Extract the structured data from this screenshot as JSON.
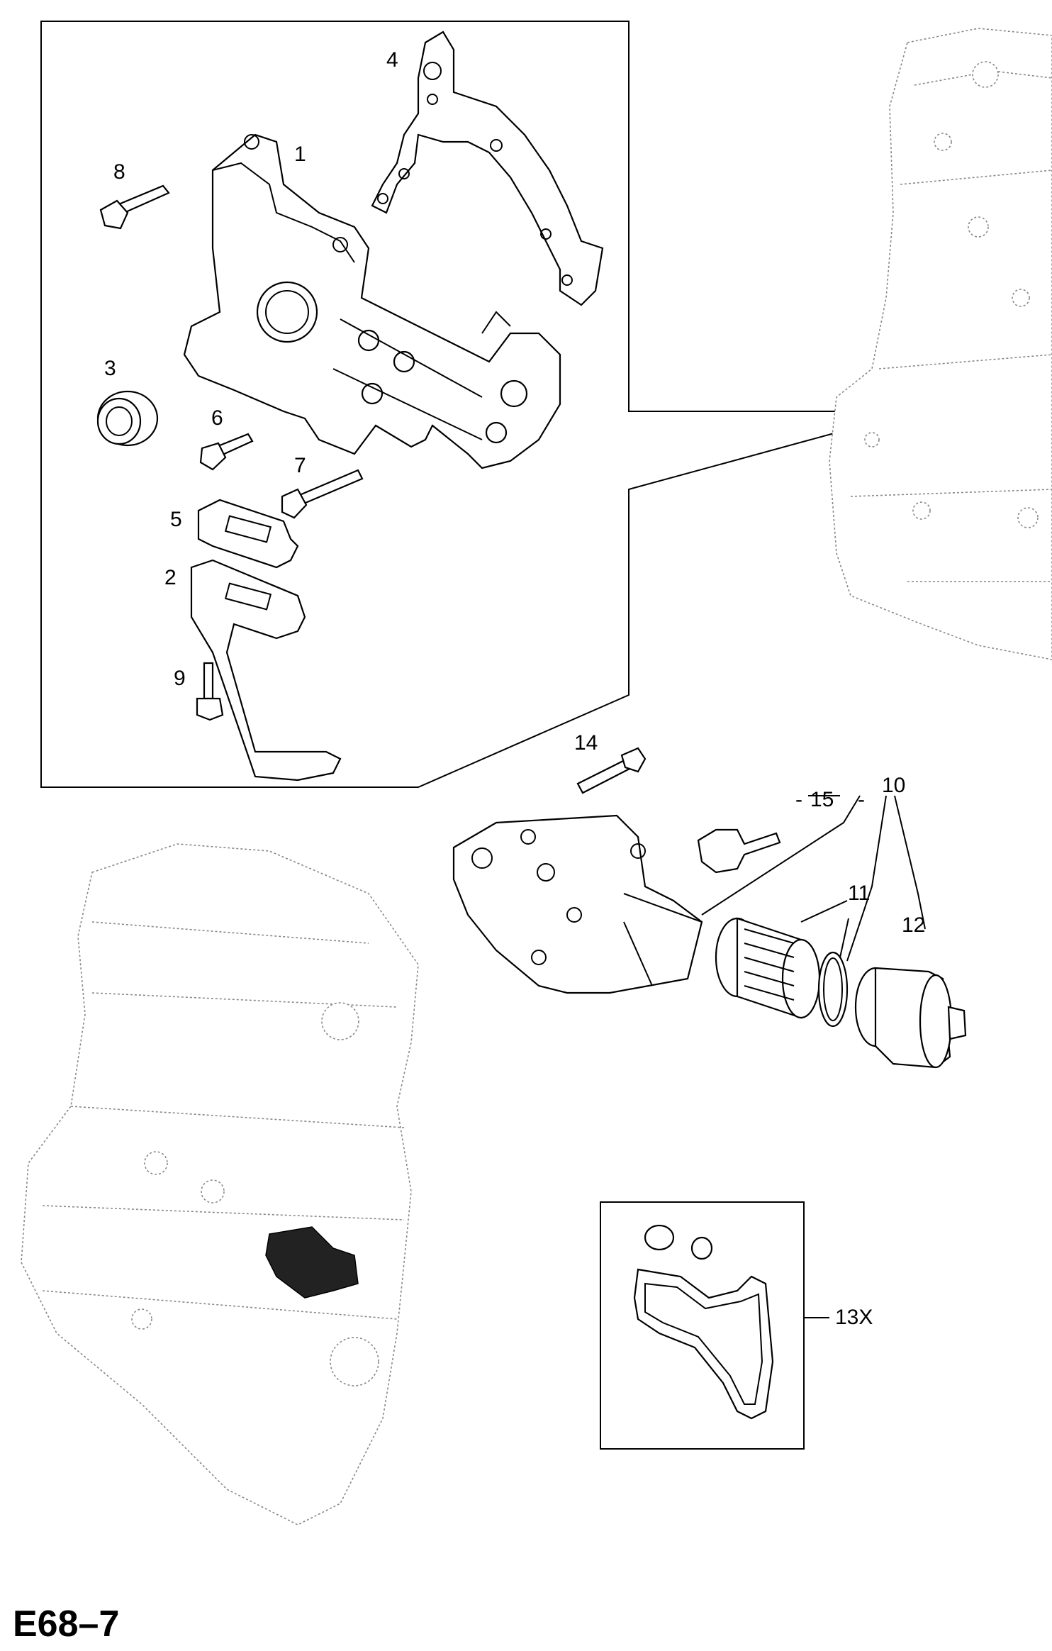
{
  "diagram_code": "E68–7",
  "callouts": {
    "c1": "1",
    "c2": "2",
    "c3": "3",
    "c4": "4",
    "c5": "5",
    "c6": "6",
    "c7": "7",
    "c8": "8",
    "c9": "9",
    "c10": "10",
    "c11": "11",
    "c12": "12",
    "c13": "13X",
    "c14": "14",
    "c15": "15"
  }
}
